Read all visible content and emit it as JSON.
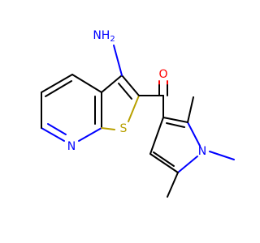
{
  "molecule": {
    "atoms": {
      "amine_n": {
        "label": "NH",
        "subscript": "2",
        "color": "#0000ff"
      },
      "carbonyl_o": {
        "label": "O",
        "color": "#ff0000"
      },
      "ring_s": {
        "label": "S",
        "color": "#b8a000"
      },
      "pyridine_n": {
        "label": "N",
        "color": "#0000ff"
      },
      "pyrrole_n": {
        "label": "N",
        "color": "#0000ff"
      }
    }
  }
}
